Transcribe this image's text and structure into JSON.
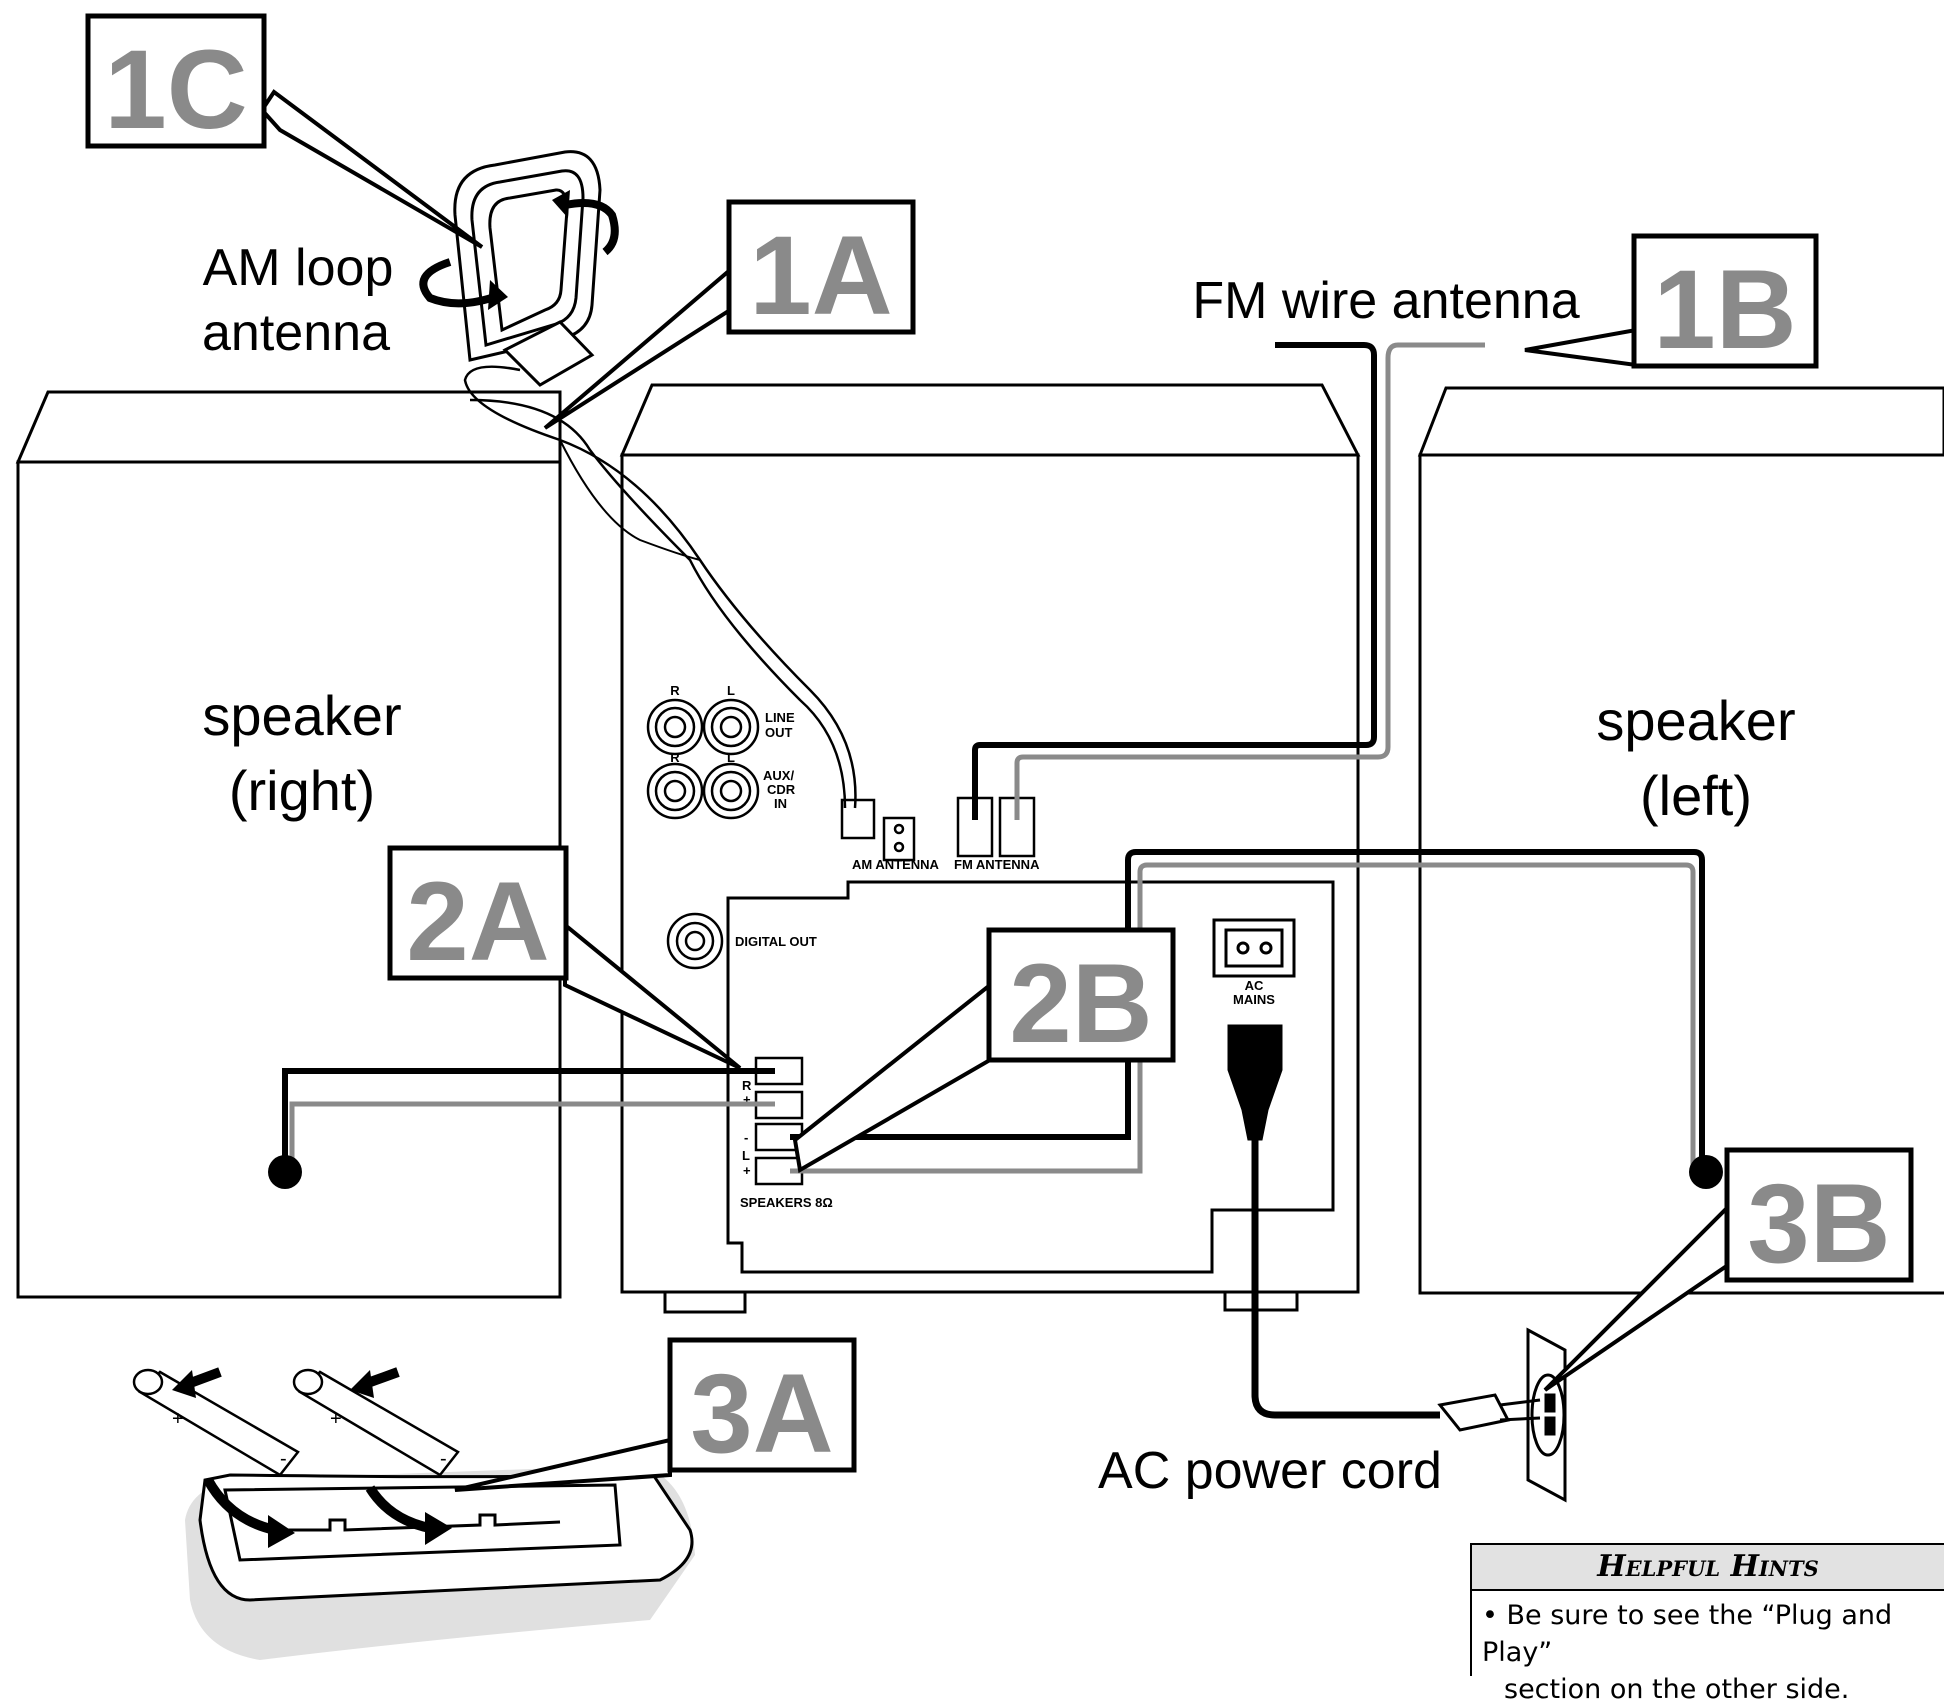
{
  "steps": {
    "s1a": "1A",
    "s1b": "1B",
    "s1c": "1C",
    "s2a": "2A",
    "s2b": "2B",
    "s3a": "3A",
    "s3b": "3B"
  },
  "labels": {
    "am_loop_line1": "AM loop",
    "am_loop_line2": "antenna",
    "fm_wire": "FM wire antenna",
    "speaker_right_line1": "speaker",
    "speaker_right_line2": "(right)",
    "speaker_left_line1": "speaker",
    "speaker_left_line2": "(left)",
    "ac_cord": "AC power cord"
  },
  "panel": {
    "r_top": "R",
    "l_top": "L",
    "line_out_1": "LINE",
    "line_out_2": "OUT",
    "r_mid": "R",
    "l_mid": "L",
    "aux_1": "AUX/",
    "aux_2": "CDR",
    "aux_3": "IN",
    "am_antenna": "AM ANTENNA",
    "fm_antenna": "FM ANTENNA",
    "digital_out": "DIGITAL OUT",
    "ac_1": "AC",
    "ac_2": "MAINS",
    "spk_minus_r": "-",
    "spk_r": "R",
    "spk_plus_r": "+",
    "spk_minus_l": "-",
    "spk_l": "L",
    "spk_plus_l": "+",
    "speakers": "SPEAKERS  8Ω"
  },
  "hints": {
    "title": "Helpful Hints",
    "line1": "• Be sure to see the “Plug and Play”",
    "line2": "section on the other side."
  }
}
